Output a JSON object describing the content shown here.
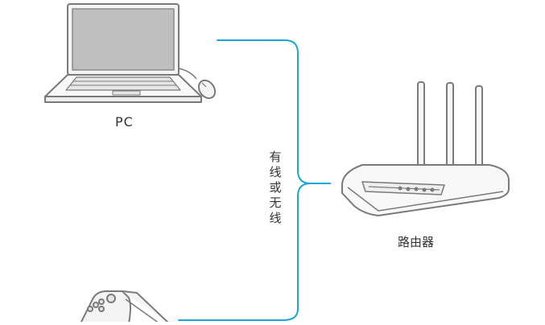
{
  "diagram": {
    "pc_label": "PC",
    "router_label": "路由器",
    "connection_label": "有线或无线",
    "colors": {
      "connector": "#1aa7d8",
      "outline": "#7a7a7a",
      "screen": "#bfbfbf",
      "device_fill": "#f4f4f4"
    },
    "nodes": [
      {
        "id": "pc",
        "icon": "laptop-icon"
      },
      {
        "id": "router",
        "icon": "router-icon"
      },
      {
        "id": "handheld",
        "icon": "game-console-icon"
      }
    ]
  }
}
